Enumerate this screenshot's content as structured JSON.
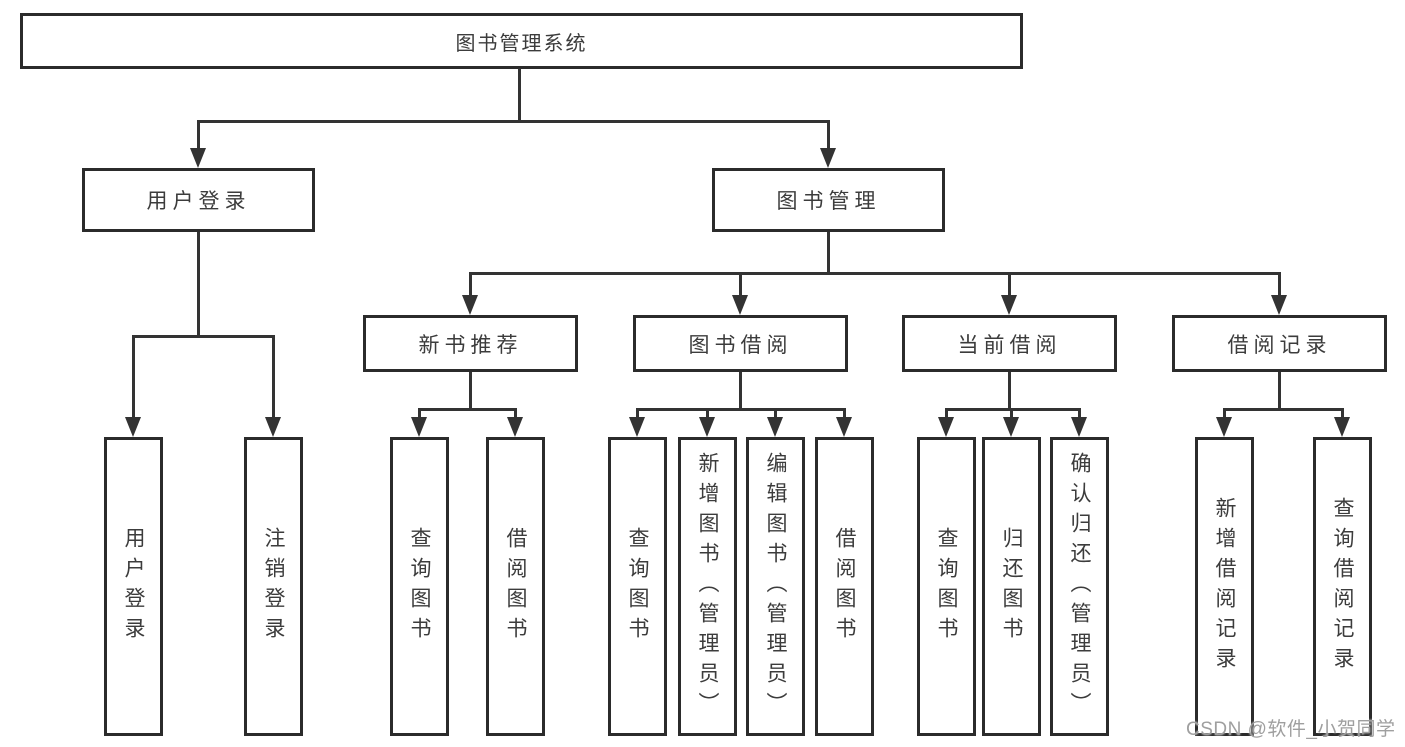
{
  "diagram": {
    "root": "图书管理系统",
    "level2": {
      "user_login": "用户登录",
      "book_management": "图书管理"
    },
    "level3": {
      "new_book_recommend": "新书推荐",
      "book_borrow": "图书借阅",
      "current_borrow": "当前借阅",
      "borrow_record": "借阅记录"
    },
    "leaves": {
      "user_login": "用户登录",
      "logout": "注销登录",
      "recommend_query_book": "查询图书",
      "recommend_borrow_book": "借阅图书",
      "borrow_query_book": "查询图书",
      "add_book_admin": "新增图书（管理员）",
      "edit_book_admin": "编辑图书（管理员）",
      "borrow_borrow_book": "借阅图书",
      "current_query_book": "查询图书",
      "return_book": "归还图书",
      "confirm_return_admin": "确认归还（管理员）",
      "add_borrow_record": "新增借阅记录",
      "query_borrow_record": "查询借阅记录"
    }
  },
  "watermark": "CSDN @软件_小贺同学",
  "colors": {
    "line": "#333333",
    "border": "#2b2b2b",
    "text": "#3c3c3c",
    "watermark": "#9f9f9f"
  }
}
